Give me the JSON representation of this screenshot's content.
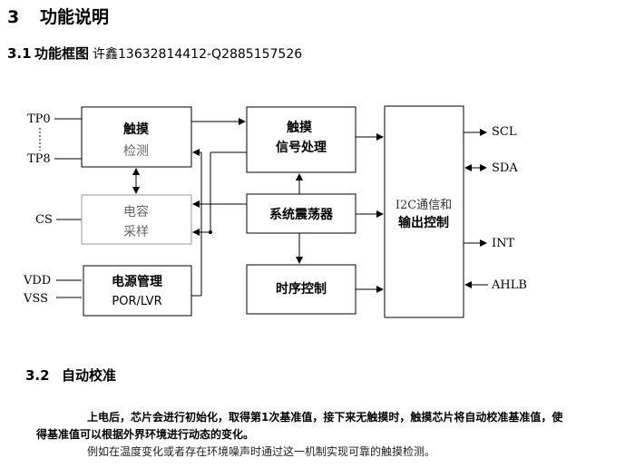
{
  "section": {
    "num": "3",
    "title": "功能说明"
  },
  "sub1": {
    "num": "3.1",
    "title": "功能框图",
    "extra": "许鑫13632814412-Q2885157526"
  },
  "diagram": {
    "pins": {
      "tp0": "TP0",
      "tp8": "TP8",
      "cs": "CS",
      "vdd": "VDD",
      "vss": "VSS",
      "scl": "SCL",
      "sda": "SDA",
      "int": "INT",
      "ahlb": "AHLB"
    },
    "boxes": {
      "touch_detect": {
        "line1": "触摸",
        "line2": "检测"
      },
      "cap_sample": {
        "line1": "电容",
        "line2": "采样"
      },
      "power": {
        "line1": "电源管理",
        "line2": "POR/LVR"
      },
      "signal_proc": {
        "line1": "触摸",
        "line2": "信号处理"
      },
      "oscillator": {
        "line1": "系统震荡器"
      },
      "timing": {
        "line1": "时序控制"
      },
      "i2c": {
        "line1": "I2C通信和",
        "line2": "输出控制"
      }
    }
  },
  "sub2": {
    "num": "3.2",
    "title": "自动校准"
  },
  "paragraph": {
    "line1": "上电后，芯片会进行初始化，取得第1次基准值，接下来无触摸时，触摸芯片将自动校准基准值，使",
    "line2": "得基准值可以根据外界环境进行动态的变化。",
    "line3": "例如在温度变化或者存在环境噪声时通过这一机制实现可靠的触摸检测。"
  }
}
